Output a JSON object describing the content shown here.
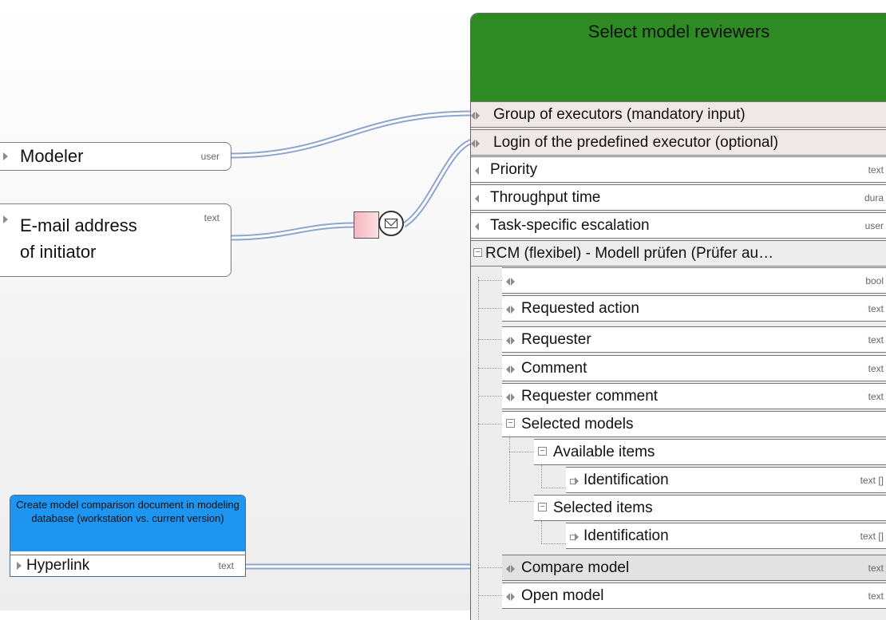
{
  "task": {
    "title": "Select model reviewers",
    "rows": {
      "group_executors": {
        "label": "Group of executors (mandatory input)",
        "type": ""
      },
      "login_executor": {
        "label": "Login of the predefined executor (optional)",
        "type": ""
      },
      "priority": {
        "label": "Priority",
        "type": "text"
      },
      "throughput": {
        "label": "Throughput time",
        "type": "dura"
      },
      "escalation": {
        "label": "Task-specific escalation",
        "type": "user"
      },
      "rcm": {
        "label": "RCM (flexibel) - Modell prüfen (Prüfer au…",
        "type": ""
      },
      "bool_row": {
        "label": "",
        "type": "bool"
      },
      "requested_action": {
        "label": "Requested action",
        "type": "text"
      },
      "requester": {
        "label": "Requester",
        "type": "text"
      },
      "comment": {
        "label": "Comment",
        "type": "text"
      },
      "requester_comment": {
        "label": "Requester comment",
        "type": "text"
      },
      "selected_models": {
        "label": "Selected models",
        "type": ""
      },
      "available_items": {
        "label": "Available items",
        "type": ""
      },
      "identification_1": {
        "label": "Identification",
        "type": "text []"
      },
      "selected_items": {
        "label": "Selected items",
        "type": ""
      },
      "identification_2": {
        "label": "Identification",
        "type": "text []"
      },
      "compare_model": {
        "label": "Compare model",
        "type": "text"
      },
      "open_model": {
        "label": "Open model",
        "type": "text"
      }
    }
  },
  "inputs": {
    "modeler": {
      "label": "Modeler",
      "type": "user"
    },
    "email": {
      "label_line1": "E-mail address",
      "label_line2": "of initiator",
      "type": "text"
    }
  },
  "function_box": {
    "title": "Create model comparison document in modeling database (workstation vs. current version)",
    "output_label": "Hyperlink",
    "output_type": "text"
  },
  "message_symbol": {
    "icon": "envelope-icon"
  },
  "colors": {
    "task_header": "#2e8b24",
    "function_header": "#1e95f0",
    "connector": "#8ea5cf"
  }
}
